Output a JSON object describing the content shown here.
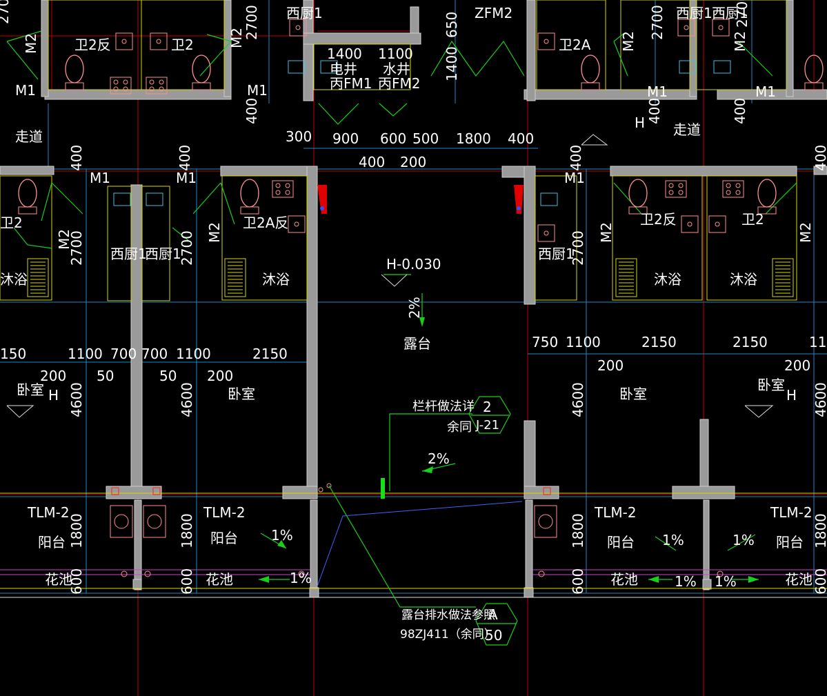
{
  "colors": {
    "background": "#000000",
    "wall": "#9a9a9a",
    "dimension_line": "#1e88c8",
    "axis_line": "#c00000",
    "leader": "#18d018",
    "fixture": "#ff9090",
    "hatch": "#d8d800",
    "text": "#ffffff"
  },
  "rooms": {
    "wc2_rev": "卫2反",
    "wc2": "卫2",
    "wc2a": "卫2A",
    "wc2a_rev": "卫2A反",
    "kitchen1": "西厨1",
    "shower": "沐浴",
    "corridor": "走道",
    "bedroom": "卧室",
    "balcony": "阳台",
    "planter": "花池",
    "terrace": "露台",
    "elec_shaft": "电井",
    "water_shaft": "水井"
  },
  "doors": {
    "m1": "M1",
    "m2": "M2",
    "zfm2": "ZFM2",
    "bfm1": "丙FM1",
    "bfm2": "丙FM2",
    "tlm2": "TLM-2"
  },
  "levels": {
    "h": "H",
    "terrace": "H-0.030"
  },
  "slopes": {
    "two": "2%",
    "one": "1%"
  },
  "dims": {
    "d2700": "2700",
    "d400": "400",
    "d650": "650",
    "d1400": "1400",
    "d1100": "1100",
    "d300": "300",
    "d900": "900",
    "d600": "600",
    "d500": "500",
    "d1800": "1800",
    "d200": "200",
    "d150": "150",
    "d700": "700",
    "d50": "50",
    "d2150": "2150",
    "d4600": "4600",
    "d750": "750"
  },
  "notes": {
    "railing": "栏杆做法详",
    "same1": "余同",
    "railing_sym_top": "2",
    "railing_sym_bottom": "J-21",
    "drainage": "露台排水做法参照",
    "drainage_ref": "98ZJ411（余同）",
    "drainage_sym_top": "A",
    "drainage_sym_bottom": "50"
  }
}
